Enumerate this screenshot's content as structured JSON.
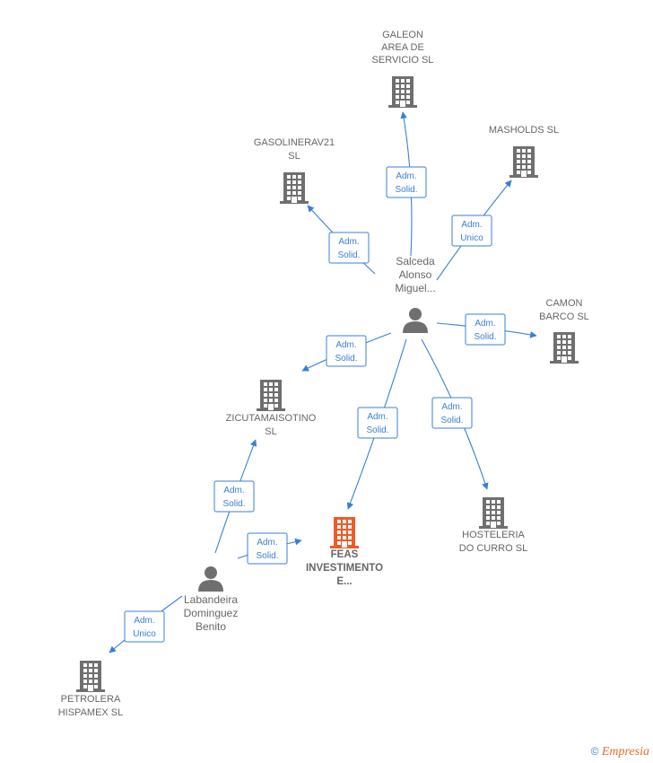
{
  "colors": {
    "company": "#6f6f6f",
    "focus": "#f05a28",
    "person": "#6f6f6f",
    "edge": "#3a7fd6"
  },
  "nodes": [
    {
      "id": "galeon",
      "kind": "company",
      "lines": [
        "GALEON",
        "AREA DE",
        "SERVICIO SL"
      ]
    },
    {
      "id": "masholds",
      "kind": "company",
      "lines": [
        "MASHOLDS  SL"
      ]
    },
    {
      "id": "gasolinera",
      "kind": "company",
      "lines": [
        "GASOLINERAV21",
        "SL"
      ]
    },
    {
      "id": "camon",
      "kind": "company",
      "lines": [
        "CAMON",
        "BARCO  SL"
      ]
    },
    {
      "id": "zicuta",
      "kind": "company",
      "lines": [
        "ZICUTAMAISOTINO",
        "SL"
      ]
    },
    {
      "id": "feas",
      "kind": "focus",
      "lines": [
        "FEAS",
        "INVESTIMENTO",
        "E..."
      ]
    },
    {
      "id": "hosteleria",
      "kind": "company",
      "lines": [
        "HOSTELERIA",
        "DO CURRO SL"
      ]
    },
    {
      "id": "petrolera",
      "kind": "company",
      "lines": [
        "PETROLERA",
        "HISPAMEX  SL"
      ]
    },
    {
      "id": "salceda",
      "kind": "person",
      "lines": [
        "Salceda",
        "Alonso",
        "Miguel..."
      ]
    },
    {
      "id": "labandeira",
      "kind": "person",
      "lines": [
        "Labandeira",
        "Dominguez",
        "Benito"
      ]
    }
  ],
  "edges": [
    {
      "from": "salceda",
      "to": "galeon",
      "lines": [
        "Adm.",
        "Solid."
      ]
    },
    {
      "from": "salceda",
      "to": "masholds",
      "lines": [
        "Adm.",
        "Unico"
      ]
    },
    {
      "from": "salceda",
      "to": "gasolinera",
      "lines": [
        "Adm.",
        "Solid."
      ]
    },
    {
      "from": "salceda",
      "to": "camon",
      "lines": [
        "Adm.",
        "Solid."
      ]
    },
    {
      "from": "salceda",
      "to": "zicuta",
      "lines": [
        "Adm.",
        "Solid."
      ]
    },
    {
      "from": "salceda",
      "to": "feas",
      "lines": [
        "Adm.",
        "Solid."
      ]
    },
    {
      "from": "salceda",
      "to": "hosteleria",
      "lines": [
        "Adm.",
        "Solid."
      ]
    },
    {
      "from": "labandeira",
      "to": "zicuta",
      "lines": [
        "Adm.",
        "Solid."
      ]
    },
    {
      "from": "labandeira",
      "to": "feas",
      "lines": [
        "Adm.",
        "Solid."
      ]
    },
    {
      "from": "labandeira",
      "to": "petrolera",
      "lines": [
        "Adm.",
        "Unico"
      ]
    }
  ],
  "footer": {
    "copyright": "©",
    "brand": "Empresia"
  }
}
